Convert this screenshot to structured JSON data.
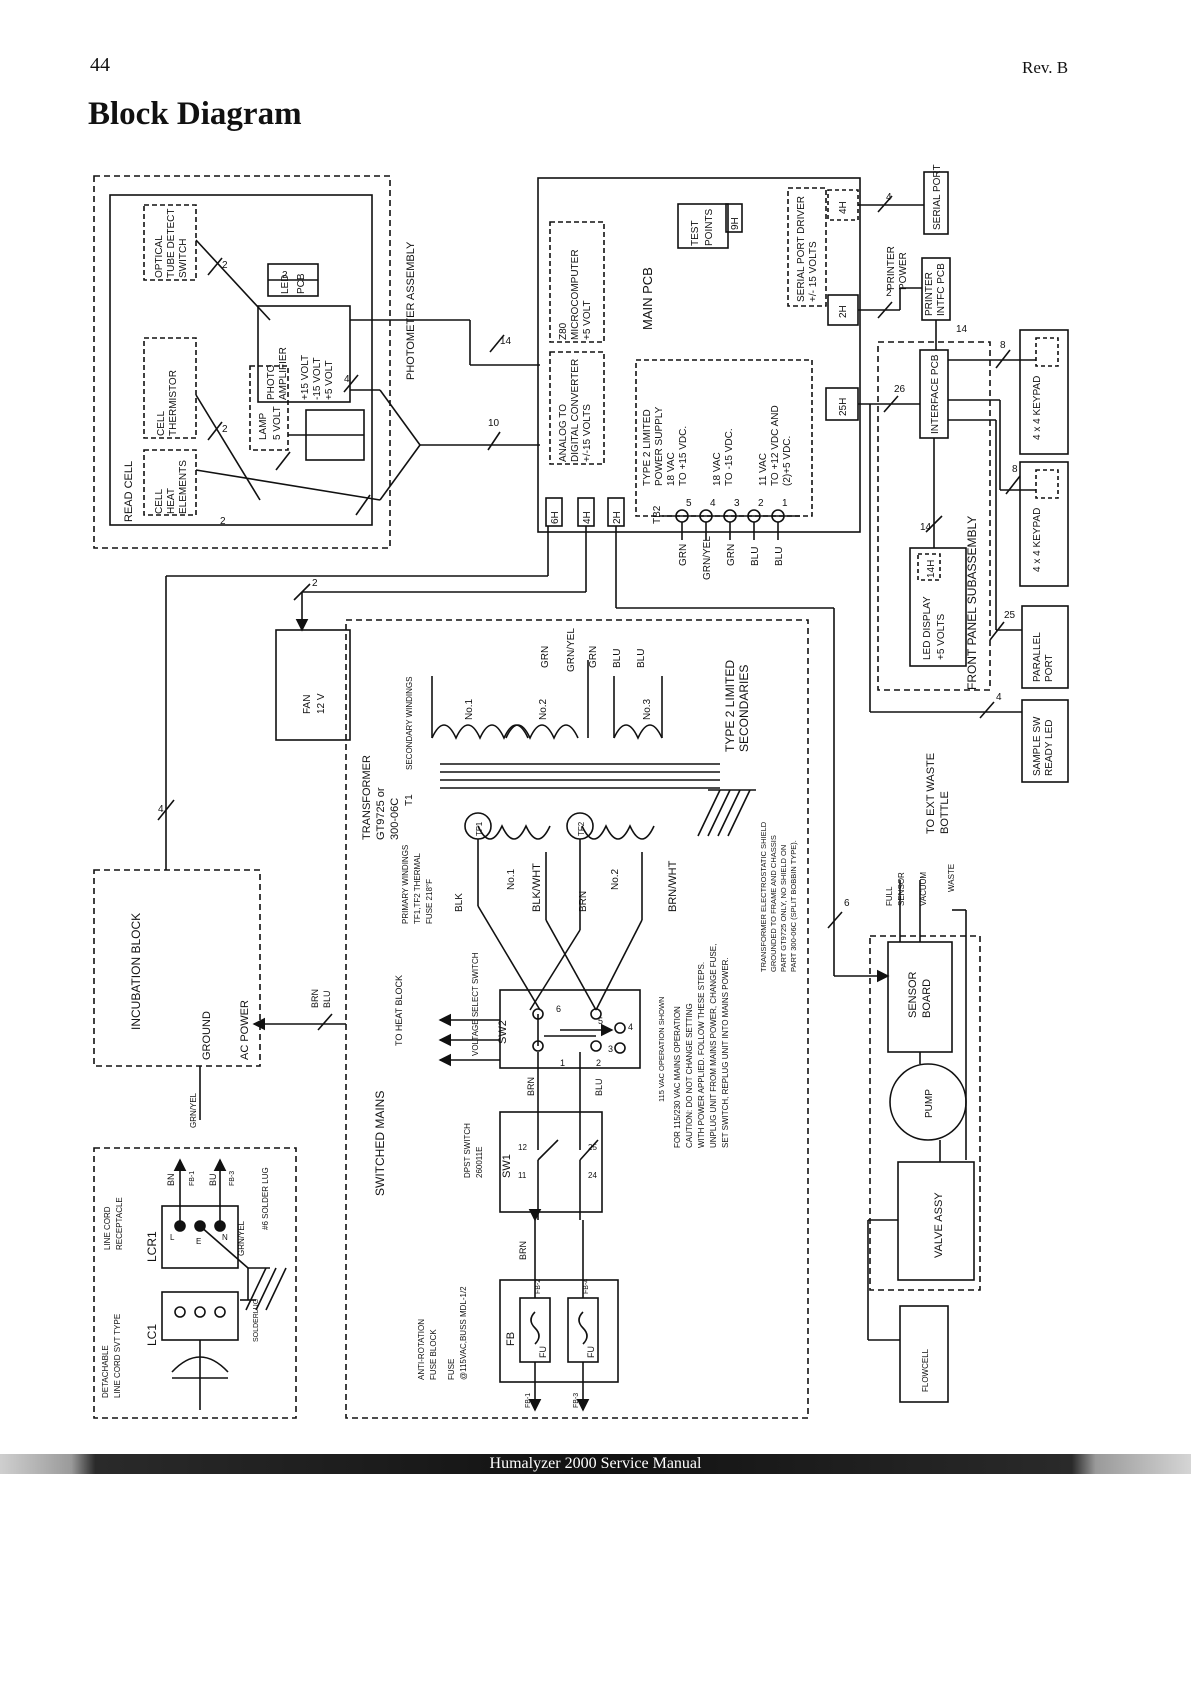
{
  "header": {
    "page_number": "44",
    "revision": "Rev. B",
    "title": "Block Diagram"
  },
  "footer": {
    "manual": "Humalyzer 2000 Service Manual"
  },
  "photometer": {
    "assembly": "PHOTOMETER ASSEMBLY",
    "optical": [
      "OPTICAL",
      "TUBE DETECT",
      "SWITCH"
    ],
    "led_pcb": [
      "LED",
      "PCB"
    ],
    "photo_amp": [
      "PHOTO",
      "AMPLIFIER",
      "+15 VOLT",
      "-15 VOLT",
      "+5 VOLT"
    ],
    "cell_thermistor": [
      "CELL",
      "THERMISTOR"
    ],
    "lamp": [
      "LAMP",
      "5 VOLT"
    ],
    "read_cell": "READ CELL",
    "heat": [
      "CELL",
      "HEAT",
      "ELEMENTS"
    ]
  },
  "main_pcb": {
    "label": "MAIN PCB",
    "test_points": [
      "TEST",
      "POINTS"
    ],
    "z80": [
      "Z80",
      "MICROCOMPUTER",
      "+5 VOLT"
    ],
    "adc": [
      "ANALOG TO",
      "DIGITAL CONVERTER",
      "+/-15 VOLTS"
    ],
    "power": [
      "TYPE 2 LIMITED",
      "POWER SUPPLY",
      "18 VAC",
      "TO +15 VDC.",
      "18 VAC",
      "TO -15 VDC.",
      "11 VAC",
      "TO +12 VDC AND",
      "(2)+5 VDC."
    ],
    "tb": "TB2",
    "terms": [
      "5",
      "4",
      "3",
      "2",
      "1"
    ],
    "wires": [
      "GRN",
      "GRN/YEL",
      "GRN",
      "BLU",
      "BLU"
    ]
  },
  "connectors": {
    "h6": "6H",
    "h4": "4H",
    "h2": "2H",
    "h9": "9H",
    "h4r": "4H",
    "h2r": "2H",
    "h25": "25H",
    "h14": "14H"
  },
  "serial_port_driver": [
    "SERIAL PORT DRIVER",
    "+/- 15 VOLTS"
  ],
  "serial_port": "SERIAL PORT",
  "printer_power": [
    "PRINTER",
    "POWER"
  ],
  "printer": [
    "PRINTER",
    "INTFC PCB"
  ],
  "interface_pcb": "INTERFACE PCB",
  "keypad1": "4 x 4 KEYPAD",
  "keypad2": "4 x 4 KEYPAD",
  "led_display": [
    "LED DISPLAY",
    "+5 VOLTS"
  ],
  "front_panel": "FRONT PANEL SUBASSEMBLY",
  "parallel_port": [
    "PARALLEL",
    "PORT"
  ],
  "sample_sw": [
    "SAMPLE SW",
    "READY LED"
  ],
  "counts": {
    "c2a": "2",
    "c2b": "2",
    "c2c": "2",
    "c2d": "2",
    "c4": "4",
    "c14": "14",
    "c10": "10",
    "c4b": "4",
    "c2e": "2",
    "c4c": "4",
    "c8": "8",
    "c26": "26",
    "c8b": "8",
    "c14b": "14",
    "c14c": "14",
    "c25": "25",
    "c4d": "4",
    "c2f": "2",
    "c6": "6"
  },
  "fan": [
    "FAN",
    "12 V"
  ],
  "transformer": [
    "TRANSFORMER",
    "GT9725 or",
    "300-06C",
    "T1",
    "SECONDARY WINDINGS"
  ],
  "secondaries": {
    "no1": "No.1",
    "no2": "No.2",
    "no3": "No.3",
    "label": [
      "TYPE 2 LIMITED",
      "SECONDARIES"
    ],
    "wires": [
      "GRN",
      "GRN/YEL",
      "GRN",
      "BLU",
      "BLU"
    ]
  },
  "primary": {
    "label": [
      "PRIMARY WINDINGS",
      "TF1,TF2 THERMAL",
      "FUSE 218°F"
    ],
    "tf1": "TF1",
    "tf2": "TF2",
    "no1": "No.1",
    "no2": "No.2",
    "wires": [
      "BLK",
      "BLK/WHT",
      "BRN",
      "BRN/WHT"
    ]
  },
  "shield_note": [
    "TRANSFORMER ELECTROSTATIC SHIELD",
    "GROUNDED TO FRAME AND CHASSIS",
    "PART GT9725 ONLY, NO SHIELD ON",
    "PART 300-06C (SPLIT BOBBIN TYPE)."
  ],
  "to_heat_block": "TO HEAT BLOCK",
  "brn_blu": [
    "BRN",
    "BLU"
  ],
  "switched_mains": "SWITCHED MAINS",
  "sw2": {
    "label": "SW2",
    "text": "VOLTAGE SELECT SWITCH",
    "pins": [
      "6",
      "5",
      "4",
      "3",
      "2",
      "1"
    ]
  },
  "op_note": "115 VAC OPERATION SHOWN",
  "caution": [
    "FOR 115/230 VAC MAINS OPERATION",
    "CAUTION: DO NOT CHANGE SETTING",
    "WITH POWER APPLIED. FOLLOW THESE STEPS.",
    "UNPLUG UNIT FROM MAINS POWER, CHANGE FUSE,",
    "SET SWITCH, REPLUG UNIT INTO MAINS POWER."
  ],
  "sw1": {
    "label": "SW1",
    "text": [
      "DPST SWITCH",
      "260011E"
    ],
    "pins": [
      "12",
      "11",
      "25",
      "24"
    ],
    "wires": [
      "BRN",
      "BLU"
    ]
  },
  "fb": {
    "label": "FB",
    "wires": [
      "BRN",
      "FB-2",
      "FB-4"
    ],
    "fu": "FU",
    "inputs": [
      "FB-1",
      "FB-3"
    ]
  },
  "fuse_block": [
    "ANTI-ROTATION",
    "FUSE BLOCK",
    "FUSE",
    "@115VAC,BUSS MDL-1/2"
  ],
  "incubation": {
    "block": "INCUBATION BLOCK",
    "ground": "GROUND",
    "ac": "AC POWER",
    "grnyel": "GRN/YEL"
  },
  "linecord": {
    "detach": [
      "DETACHABLE",
      "LINE CORD SVT TYPE"
    ],
    "lc1": "LC1",
    "receptacle": [
      "LINE CORD",
      "RECEPTACLE"
    ],
    "lcr1": "LCR1",
    "pins": [
      "L",
      "E",
      "N"
    ],
    "wires": [
      "BN",
      "BU",
      "GRN/YEL"
    ],
    "fb": [
      "FB-1",
      "FB-3"
    ],
    "lug": "#6 SOLDER LUG",
    "solderlug": "SOLDERLUG"
  },
  "fluidics": {
    "waste": [
      "TO EXT WASTE",
      "BOTTLE"
    ],
    "full": [
      "FULL",
      "SENSOR"
    ],
    "vacuum": "VACUUM",
    "waste_line": "WASTE",
    "sensor_board": [
      "SENSOR",
      "BOARD"
    ],
    "pump": "PUMP",
    "valve": "VALVE ASSY",
    "flowcell": "FLOWCELL"
  }
}
